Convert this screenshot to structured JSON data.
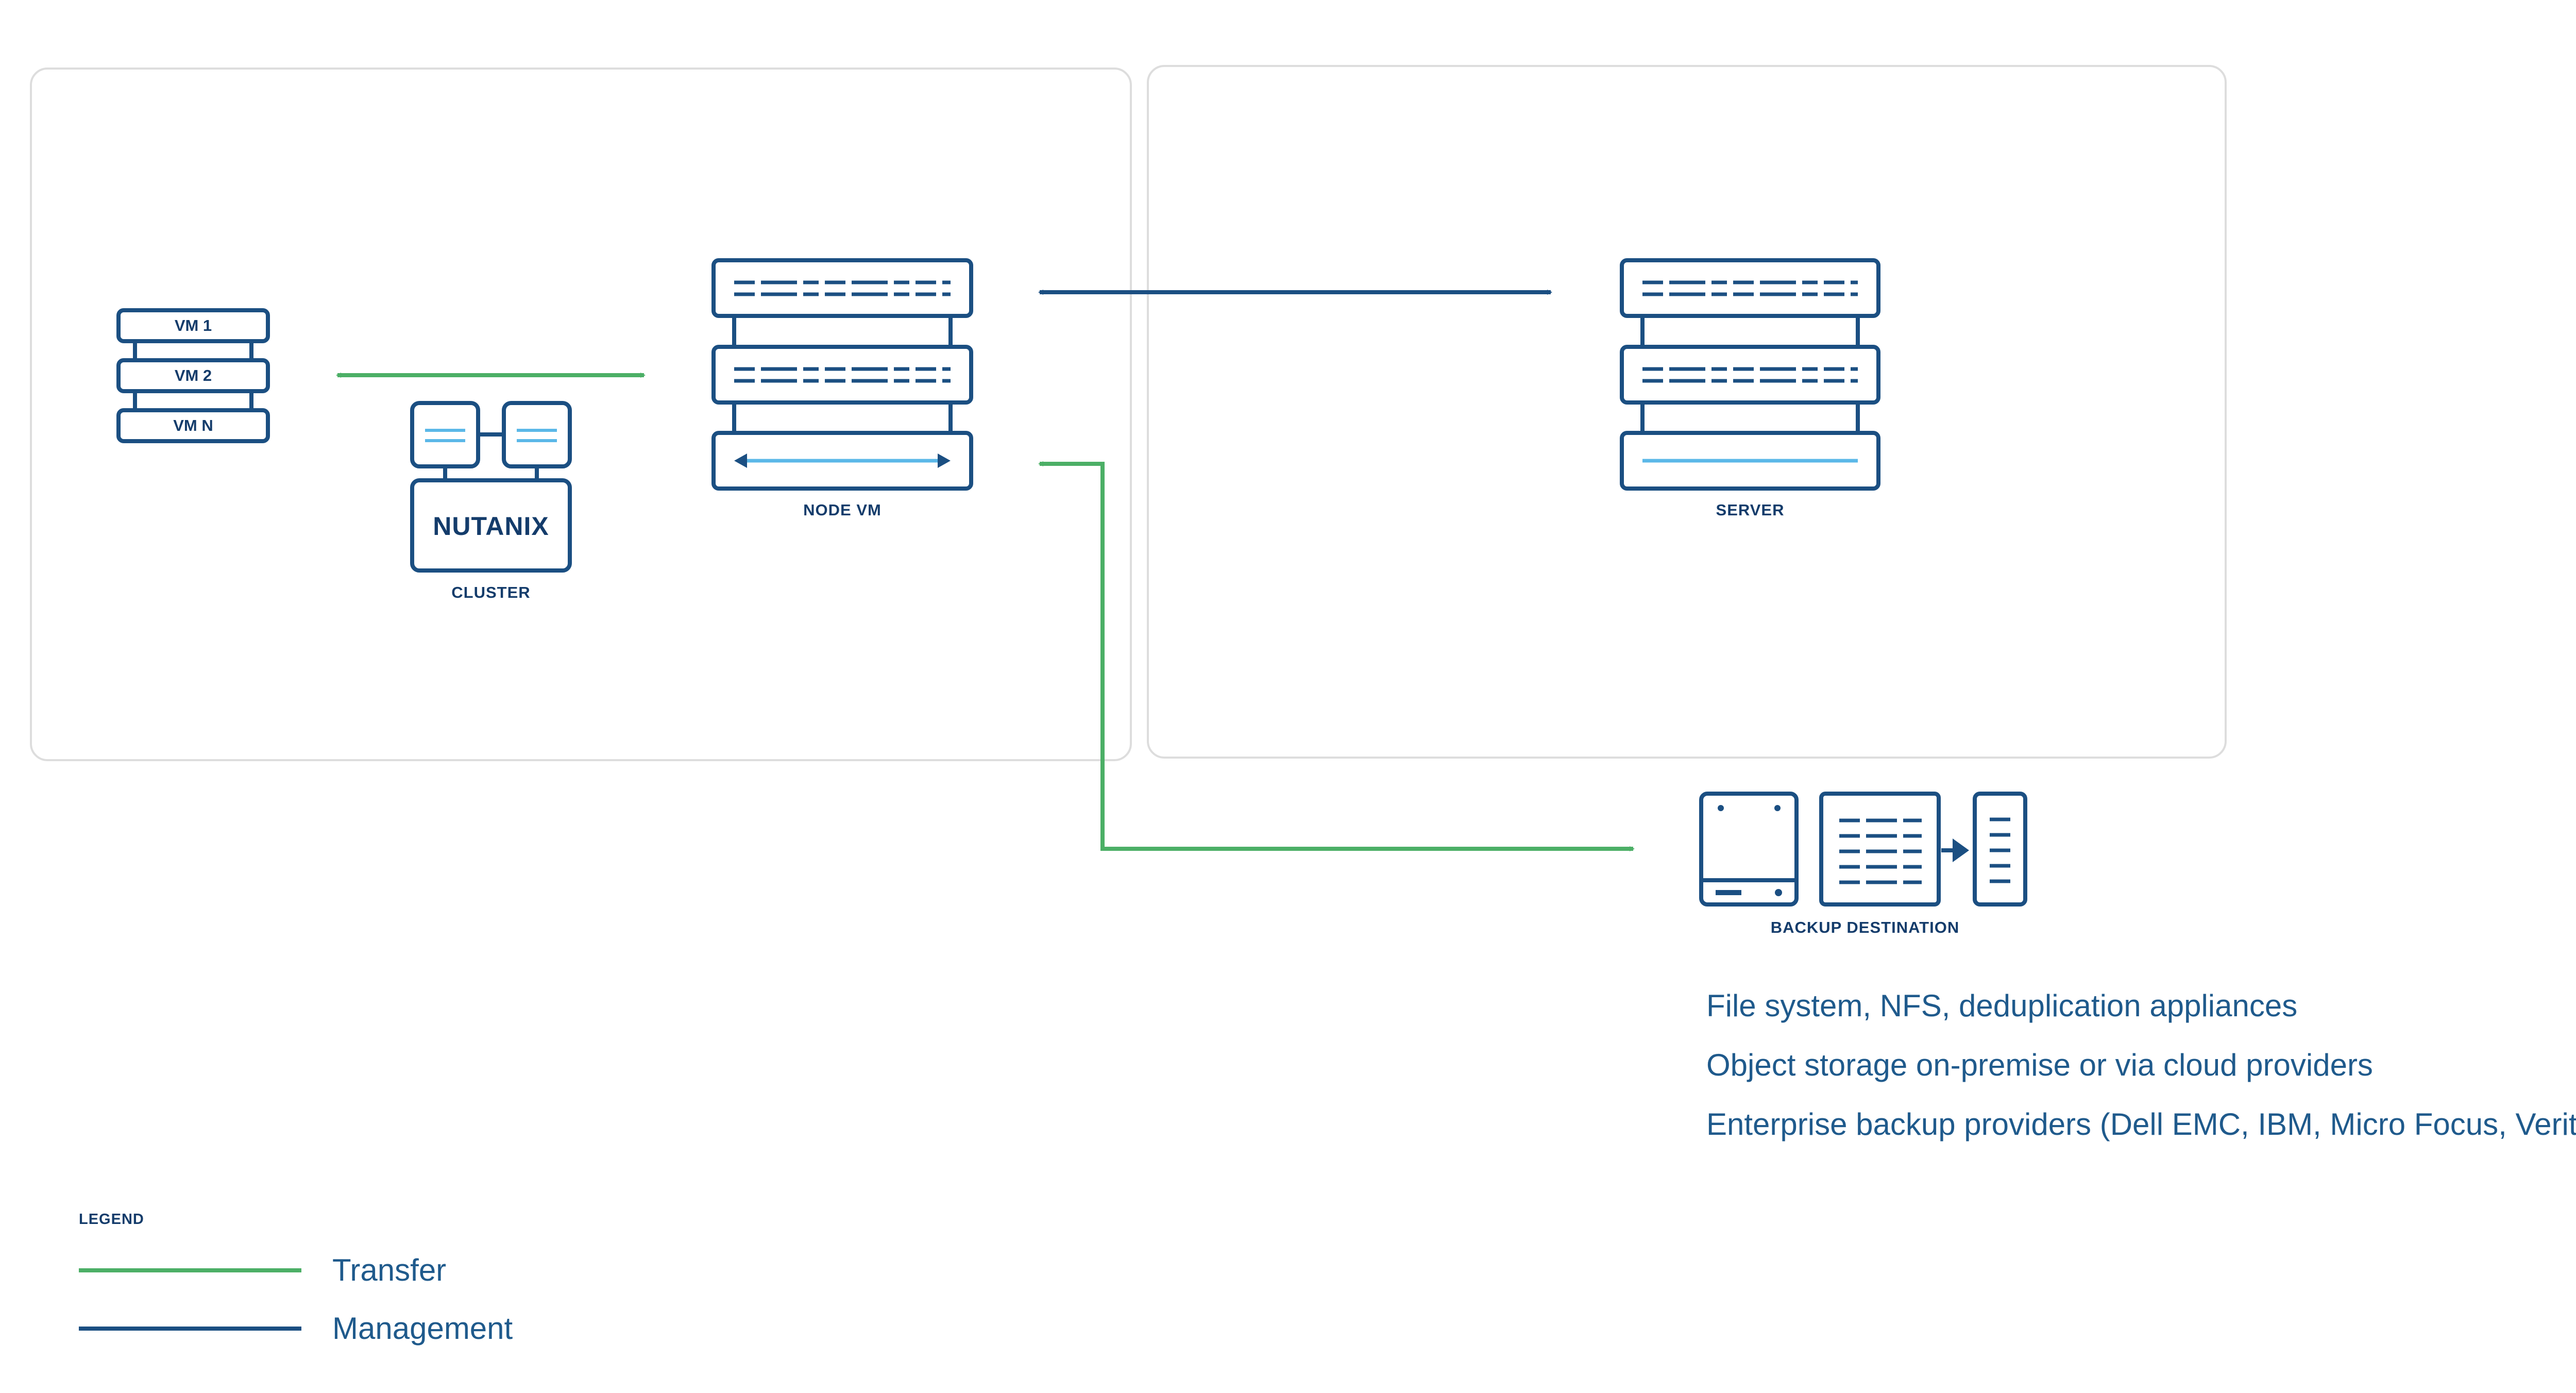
{
  "colors": {
    "management": "#1b4f82",
    "transfer": "#4caf66",
    "icon_stroke": "#1b4f82",
    "accent_light": "#5bb8e8",
    "box_border": "#dddddd"
  },
  "nodes": {
    "vm1": "VM 1",
    "vm2": "VM 2",
    "vmn": "VM N",
    "cluster": "CLUSTER",
    "cluster_brand": "NUTANIX",
    "node_vm": "NODE VM",
    "server": "SERVER",
    "backup": "BACKUP DESTINATION"
  },
  "backup_notes": [
    "File system, NFS, deduplication appliances",
    "Object storage on-premise or via cloud providers",
    "Enterprise backup providers (Dell EMC, IBM, Micro Focus, Veritas)"
  ],
  "legend": {
    "title": "LEGEND",
    "transfer": "Transfer",
    "management": "Management"
  }
}
